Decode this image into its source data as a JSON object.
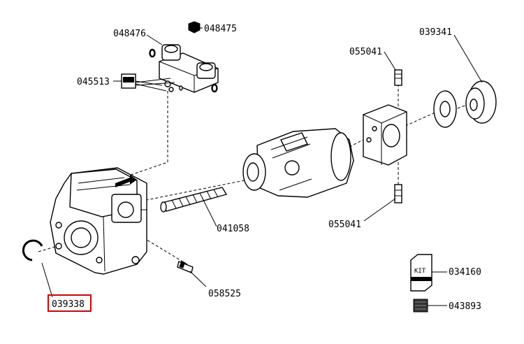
{
  "parts": [
    {
      "id": "p1",
      "code": "048476",
      "selected": false
    },
    {
      "id": "p2",
      "code": "048475",
      "selected": false
    },
    {
      "id": "p3",
      "code": "045513",
      "selected": false
    },
    {
      "id": "p4",
      "code": "055041",
      "selected": false
    },
    {
      "id": "p5",
      "code": "039341",
      "selected": false
    },
    {
      "id": "p6",
      "code": "041058",
      "selected": false
    },
    {
      "id": "p7",
      "code": "055041",
      "selected": false
    },
    {
      "id": "p8",
      "code": "058525",
      "selected": false
    },
    {
      "id": "p9",
      "code": "039338",
      "selected": true
    },
    {
      "id": "p10",
      "code": "034160",
      "selected": false
    },
    {
      "id": "p11",
      "code": "043893",
      "selected": false
    }
  ],
  "kit_label": "KIT",
  "highlight_color": "#d40000"
}
